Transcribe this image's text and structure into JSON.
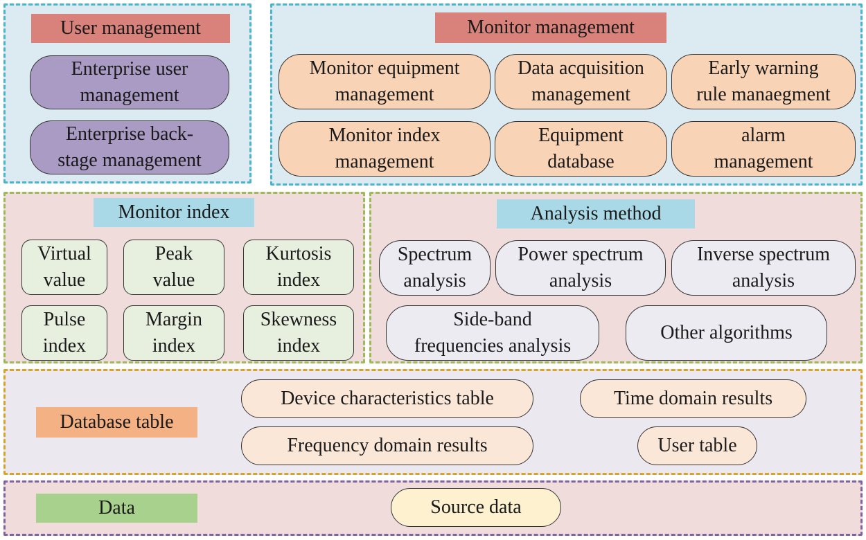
{
  "colors": {
    "panel_blue_bg": "#dcebf2",
    "panel_blue_border": "#4bb4cd",
    "panel_pink_bg": "#f1dcdc",
    "panel_green_border": "#9bbb59",
    "panel_lavender_bg": "#ebe8f0",
    "panel_orange_border": "#d8a32a",
    "panel_purple_border": "#8064a2",
    "tag_red": "#d9817b",
    "tag_blue": "#a9d8e6",
    "tag_orange": "#f4b183",
    "tag_green": "#a9d18e",
    "node_purple": "#a99bc3",
    "node_peach": "#f8d3b5",
    "node_mint": "#e7efdf",
    "node_gray": "#ecebf2",
    "node_cream": "#fbe7d8",
    "node_yellow": "#fdf1d0"
  },
  "user_management": {
    "title": "User management",
    "items": [
      "Enterprise user\nmanagement",
      "Enterprise back-\nstage management"
    ]
  },
  "monitor_management": {
    "title": "Monitor management",
    "items": [
      "Monitor equipment\nmanagement",
      "Data acquisition\nmanagement",
      "Early warning\nrule manaegment",
      "Monitor index\nmanagement",
      "Equipment\ndatabase",
      "alarm\nmanagement"
    ]
  },
  "monitor_index": {
    "title": "Monitor index",
    "items": [
      "Virtual\nvalue",
      "Peak\nvalue",
      "Kurtosis\nindex",
      "Pulse\nindex",
      "Margin\nindex",
      "Skewness\nindex"
    ]
  },
  "analysis_method": {
    "title": "Analysis method",
    "items": [
      "Spectrum\nanalysis",
      "Power spectrum\nanalysis",
      "Inverse spectrum\nanalysis",
      "Side-band\nfrequencies analysis",
      "Other algorithms"
    ]
  },
  "database_table": {
    "title": "Database table",
    "items": [
      "Device characteristics table",
      "Time domain results",
      "Frequency domain results",
      "User table"
    ]
  },
  "data_layer": {
    "title": "Data",
    "items": [
      "Source data"
    ]
  }
}
